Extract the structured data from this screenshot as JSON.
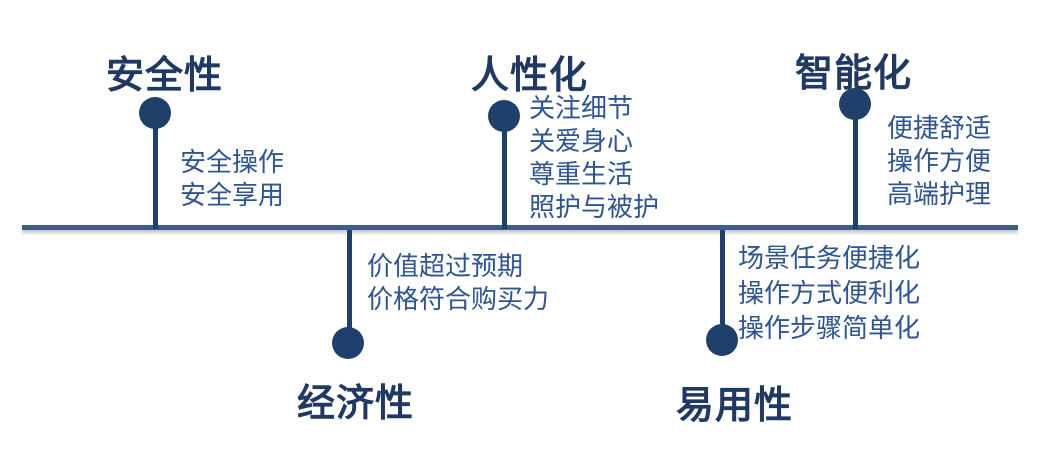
{
  "diagram": {
    "type": "timeline-feature-diagram",
    "colors": {
      "title_text": "#1f3864",
      "node_fill": "#20406c",
      "axis_line": "#3d5c8e",
      "detail_text": "#2e5496",
      "background": "#ffffff"
    },
    "nodes": [
      {
        "id": "safety",
        "side": "top",
        "title": "安全性",
        "details": [
          "安全操作",
          "安全享用"
        ]
      },
      {
        "id": "humanization",
        "side": "top",
        "title": "人性化",
        "details": [
          "关注细节",
          "关爱身心",
          "尊重生活",
          "照护与被护"
        ]
      },
      {
        "id": "intelligence",
        "side": "top",
        "title": "智能化",
        "details": [
          "便捷舒适",
          "操作方便",
          "高端护理"
        ]
      },
      {
        "id": "economy",
        "side": "bottom",
        "title": "经济性",
        "details": [
          "价值超过预期",
          "价格符合购买力"
        ]
      },
      {
        "id": "usability",
        "side": "bottom",
        "title": "易用性",
        "details": [
          "场景任务便捷化",
          "操作方式便利化",
          "操作步骤简单化"
        ]
      }
    ]
  }
}
